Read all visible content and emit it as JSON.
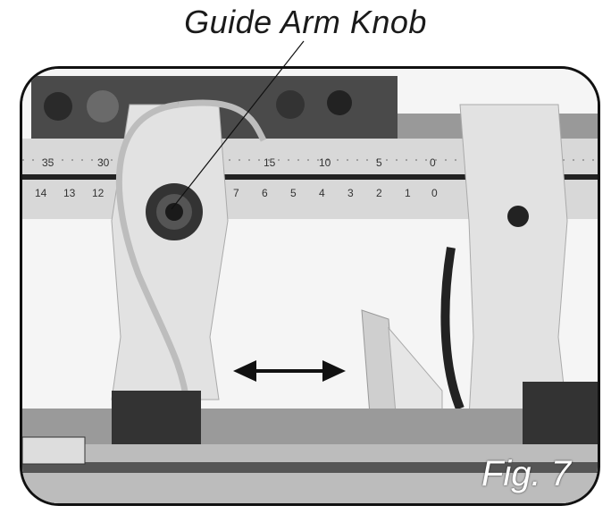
{
  "title": "Guide Arm Knob",
  "figure_label": "Fig. 7",
  "scale_top": [
    "35",
    "30",
    "15",
    "10",
    "5",
    "0"
  ],
  "scale_bottom": [
    "14",
    "13",
    "12",
    "7",
    "6",
    "5",
    "4",
    "3",
    "2",
    "1",
    "0"
  ]
}
